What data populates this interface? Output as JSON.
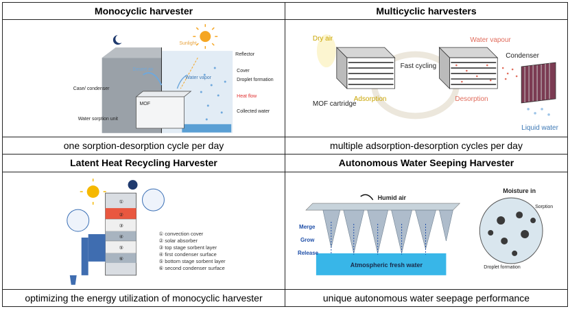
{
  "panels": [
    {
      "title": "Monocyclic harvester",
      "caption": "one sorption-desorption cycle per day",
      "labels": {
        "sunlight": "Sunlight",
        "desert_air": "Desert air",
        "reflector": "Reflector",
        "water_vapor": "Water vapor",
        "cover": "Cover",
        "droplet_formation": "Droplet formation",
        "case_condenser": "Case/ condenser",
        "mof": "MOF",
        "heat_flow": "Heat flow",
        "collected_water": "Collected water",
        "sorption_unit": "Water sorption unit"
      }
    },
    {
      "title": "Multicyclic harvesters",
      "caption": "multiple adsorption-desorption cycles per day",
      "labels": {
        "dry_air": "Dry air",
        "fast_cycling": "Fast cycling",
        "water_vapour": "Water vapour",
        "condenser": "Condenser",
        "mof_cartridge": "MOF cartridge",
        "adsorption": "Adsorption",
        "desorption": "Desorption",
        "liquid_water": "Liquid water"
      }
    },
    {
      "title": "Latent Heat Recycling Harvester",
      "caption": "optimizing the energy utilization of monocyclic harvester",
      "legend": [
        "① convection cover",
        "② solar absorber",
        "③ top stage sorbent layer",
        "④ first condenser surface",
        "⑤ bottom stage sorbent layer",
        "⑥ second condenser surface"
      ]
    },
    {
      "title": "Autonomous Water Seeping Harvester",
      "caption": "unique autonomous water seepage performance",
      "labels": {
        "humid_air": "Humid air",
        "moisture_in": "Moisture in",
        "sorption": "Sorption",
        "merge": "Merge",
        "grow": "Grow",
        "release": "Release",
        "fresh_water": "Atmospheric fresh water",
        "droplet_formation": "Droplet formation"
      }
    }
  ]
}
